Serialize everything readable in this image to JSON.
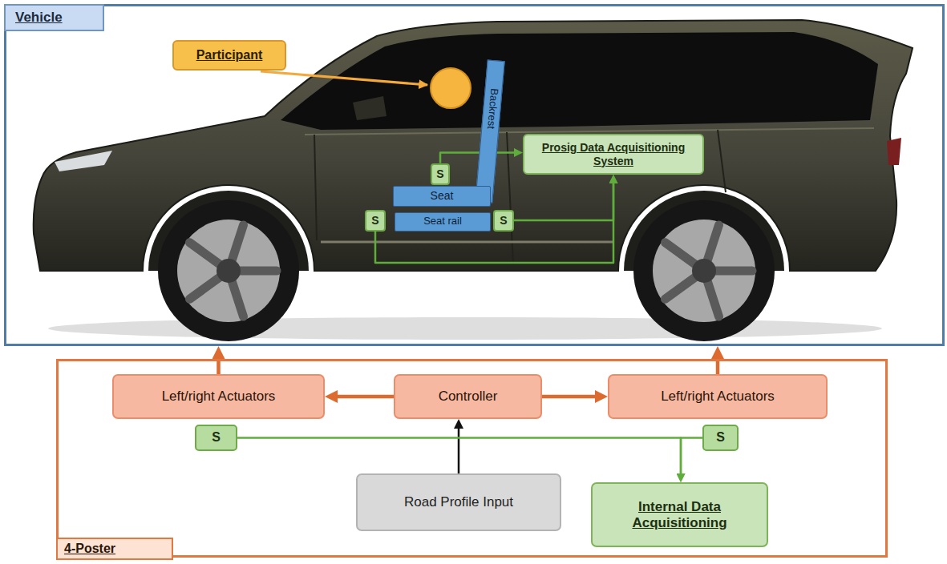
{
  "diagram": {
    "nodes": [
      {
        "text": [
          "Vehicle"
        ]
      },
      {
        "text": [
          "Participant"
        ],
        "in": 0
      },
      {
        "text": [
          "Prosig Data Acquisitioning System"
        ],
        "in": 0
      },
      {
        "text": [
          "S"
        ],
        "in": 0
      },
      {
        "text": [
          "Backrest"
        ],
        "in": 0
      },
      {
        "text": [
          "Seat"
        ],
        "in": 0
      },
      {
        "text": [
          "S"
        ],
        "in": 0
      },
      {
        "text": [
          "Seat rail"
        ],
        "in": 0
      },
      {
        "text": [
          "S"
        ],
        "in": 0
      },
      {
        "text": [
          "4-Poster"
        ]
      },
      {
        "text": [
          "Left/right Actuators"
        ],
        "in": 9
      },
      {
        "text": [
          "Controller"
        ],
        "in": 9
      },
      {
        "text": [
          "Left/right Actuators"
        ],
        "in": 9
      },
      {
        "text": [
          "S"
        ],
        "in": 9
      },
      {
        "text": [
          "S"
        ],
        "in": 9
      },
      {
        "text": [
          "Road Profile Input"
        ],
        "in": 9
      },
      {
        "text": [
          "Internal Data Acquisitioning"
        ],
        "in": 9
      }
    ],
    "edges": [
      {
        "from": 11,
        "to": 10,
        "arrow": "to"
      },
      {
        "from": 11,
        "to": 12,
        "arrow": "to"
      },
      {
        "from": 15,
        "to": 11,
        "arrow": "to"
      },
      {
        "from": 10,
        "to": 0,
        "arrow": "to"
      },
      {
        "from": 12,
        "to": 0,
        "arrow": "to"
      },
      {
        "from": 3,
        "to": 2,
        "arrow": "to"
      },
      {
        "from": 8,
        "to": 2,
        "arrow": "to"
      },
      {
        "from": 6,
        "to": 2,
        "arrow": "to"
      },
      {
        "from": 13,
        "to": 16,
        "arrow": "to"
      },
      {
        "from": 14,
        "to": 16,
        "arrow": "to"
      }
    ]
  }
}
